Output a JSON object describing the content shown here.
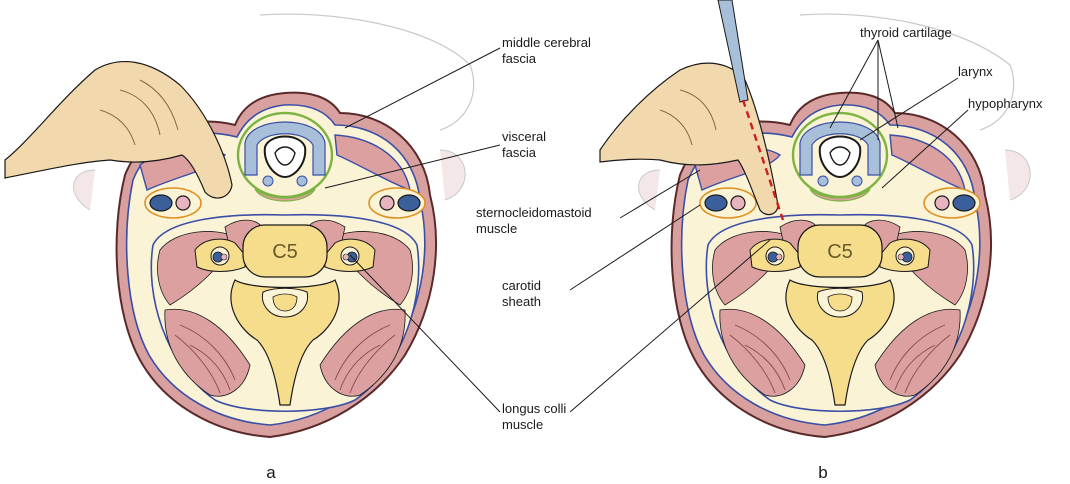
{
  "labels": {
    "middle_cerebral": "middle cerebral",
    "fascia_1": "fascia",
    "visceral": "visceral",
    "fascia_2": "fascia",
    "sternocleidomastoid": "sternocleidomastoid",
    "muscle_1": "muscle",
    "carotid": "carotid",
    "sheath": "sheath",
    "longus_colli": "longus colli",
    "muscle_2": "muscle",
    "thyroid_cartilage": "thyroid cartilage",
    "larynx": "larynx",
    "hypopharynx": "hypopharynx"
  },
  "vertebra": "C5",
  "panels": {
    "a": "a",
    "b": "b"
  },
  "colors": {
    "skin": "#d9a0a0",
    "fat": "#fbf3d6",
    "muscle": "#dca0a0",
    "bone": "#f5dd8c",
    "fascia_line": "#3a4fa6",
    "visceral_line": "#7cb342",
    "cartilage": "#a8bfd9",
    "hand": "#f2d9ad",
    "needle_line": "#cc1f1f"
  }
}
